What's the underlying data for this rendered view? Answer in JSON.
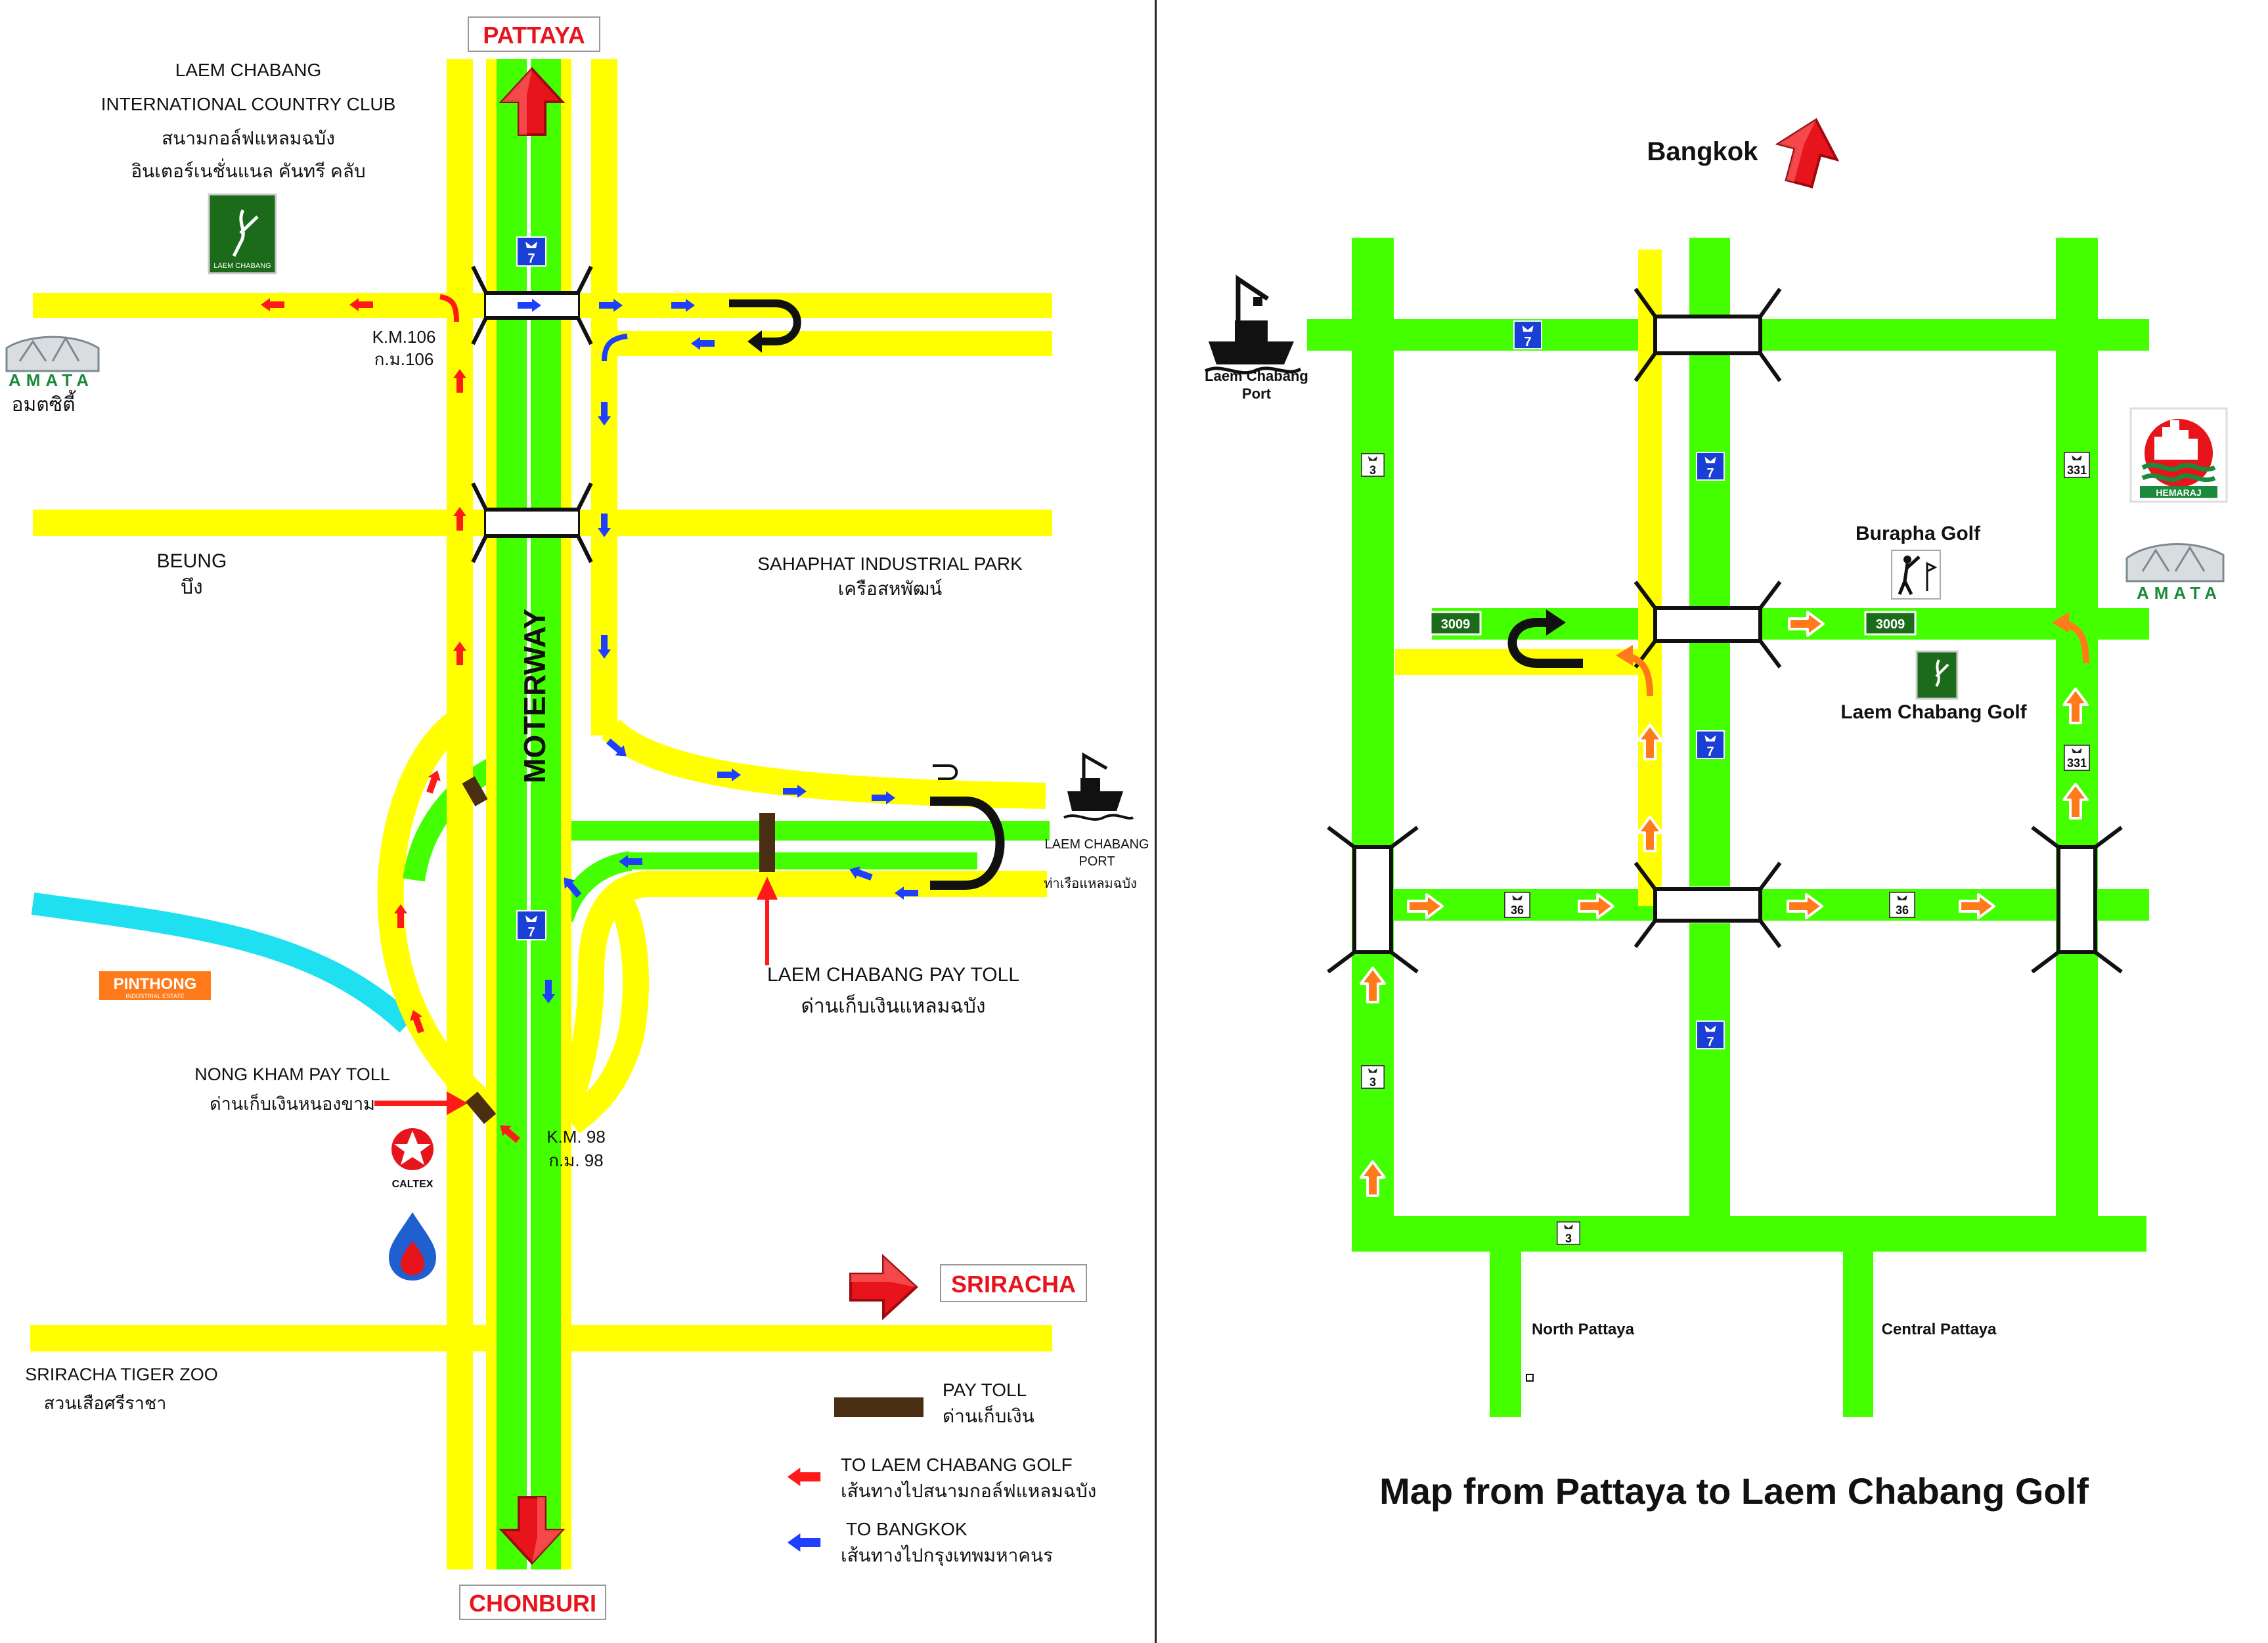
{
  "colors": {
    "road_yellow": "#ffff00",
    "road_green": "#44ff00",
    "motorway_line": "#ffffff",
    "toll_brown": "#4a2e12",
    "arrow_red": "#ff1a1a",
    "arrow_blue": "#1f3fff",
    "arrow_orange": "#ff7a1a",
    "water": "#1ee0f0",
    "route_sign_blue": "#1a3fd6",
    "route_sign_green": "#1b6b1b",
    "direction_label": "#e8141c"
  },
  "left_map": {
    "direction_top": "PATTAYA",
    "direction_bottom": "CHONBURI",
    "direction_right": "SRIRACHA",
    "motorway_label": "MOTERWAY",
    "route_number": "7",
    "club_name": [
      "LAEM CHABANG",
      "INTERNATIONAL COUNTRY CLUB",
      "สนามกอล์ฟแหลมฉบัง",
      "อินเตอร์เนชั่นแนล คันทรี คลับ"
    ],
    "club_logo_text": "LAEM CHABANG",
    "amata_logo": "AMATA",
    "amata_thai": "อมตซิตี้",
    "km106": [
      "K.M.106",
      "ก.ม.106"
    ],
    "beung": [
      "BEUNG",
      "บึง"
    ],
    "sahaphat": [
      "SAHAPHAT INDUSTRIAL PARK",
      "เครือสหพัฒน์"
    ],
    "port_label": [
      "LAEM CHABANG",
      "PORT",
      "ท่าเรือแหลมฉบัง"
    ],
    "pinthong": "PINTHONG",
    "pinthong_sub": "INDUSTRIAL ESTATE",
    "laem_toll": [
      "LAEM CHABANG PAY TOLL",
      "ด่านเก็บเงินแหลมฉบัง"
    ],
    "nong_kham_toll": [
      "NONG KHAM  PAY TOLL",
      "ด่านเก็บเงินหนองขาม"
    ],
    "km98": [
      "K.M. 98",
      "ก.ม. 98"
    ],
    "caltex": "CALTEX",
    "tiger_zoo": [
      "SRIRACHA TIGER ZOO",
      "สวนเสือศรีราชา"
    ],
    "legend": {
      "pay_toll": [
        "PAY TOLL",
        "ด่านเก็บเงิน"
      ],
      "to_golf": [
        "TO LAEM CHABANG GOLF",
        "เส้นทางไปสนามกอล์ฟแหลมฉบัง"
      ],
      "to_bangkok": [
        "TO BANGKOK",
        "เส้นทางไปกรุงเทพมหาคนร"
      ]
    }
  },
  "right_map": {
    "bangkok": "Bangkok",
    "port": [
      "Laem Chabang",
      "Port"
    ],
    "burapha": "Burapha  Golf",
    "laem_golf": "Laem Chabang Golf",
    "hemaraj": "HEMARAJ",
    "amata": "AMATA",
    "north_pattaya": "North Pattaya",
    "central_pattaya": "Central Pattaya",
    "title": "Map from Pattaya to Laem Chabang Golf",
    "routes": {
      "r3": "3",
      "r7": "7",
      "r331": "331",
      "r36": "36",
      "r3009": "3009"
    }
  }
}
